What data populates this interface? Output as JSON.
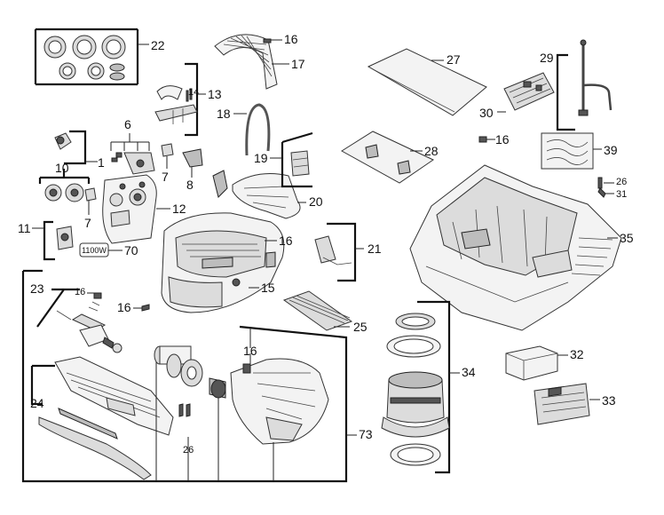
{
  "diagram": {
    "callouts": [
      "1",
      "6",
      "7",
      "7",
      "8",
      "10",
      "11",
      "12",
      "13",
      "14",
      "15",
      "16",
      "16",
      "16",
      "16",
      "16",
      "16",
      "17",
      "18",
      "19",
      "20",
      "21",
      "22",
      "23",
      "24",
      "25",
      "26",
      "26",
      "27",
      "28",
      "29",
      "30",
      "31",
      "32",
      "33",
      "34",
      "35",
      "39",
      "70",
      "73"
    ],
    "rating_badge": "1100W"
  }
}
